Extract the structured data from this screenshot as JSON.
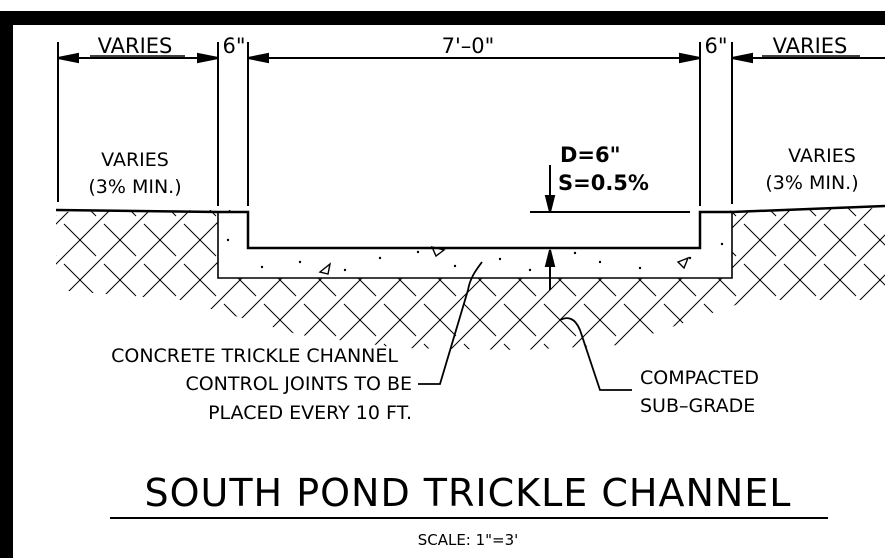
{
  "dimensions": {
    "left_varies": "VARIES",
    "left_curb": "6\"",
    "channel_width": "7'–0\"",
    "right_curb": "6\"",
    "right_varies": "VARIES"
  },
  "slopes": {
    "left_line1": "VARIES",
    "left_line2": "(3% MIN.)",
    "right_line1": "VARIES",
    "right_line2": "(3% MIN.)"
  },
  "channel_callout": {
    "depth": "D=6\"",
    "slope": "S=0.5%"
  },
  "notes": {
    "concrete_line1": "CONCRETE TRICKLE CHANNEL",
    "concrete_line2": "CONTROL JOINTS TO BE",
    "concrete_line3": "PLACED EVERY 10 FT.",
    "subgrade_line1": "COMPACTED",
    "subgrade_line2": "SUB–GRADE"
  },
  "title": {
    "main": "SOUTH POND TRICKLE CHANNEL",
    "scale": "SCALE:  1\"=3'"
  },
  "colors": {
    "ink": "#000000",
    "paper": "#ffffff"
  }
}
